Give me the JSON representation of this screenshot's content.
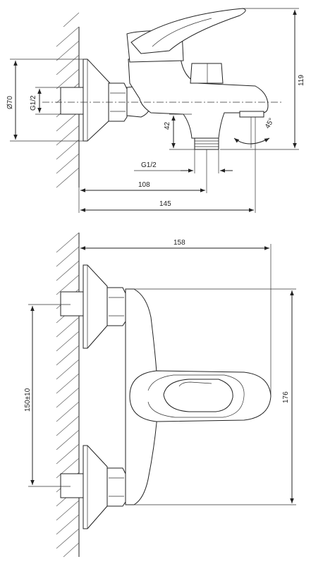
{
  "side_view": {
    "dim_diameter": "Ø70",
    "dim_thread_inlet": "G1/2",
    "dim_height": "119",
    "dim_spout_height": "42",
    "dim_thread_outlet": "G1/2",
    "dim_depth_outlet": "108",
    "dim_depth_total": "145",
    "dim_rotation": "45°"
  },
  "front_view": {
    "dim_width": "158",
    "dim_centers": "150±10",
    "dim_height": "176"
  }
}
